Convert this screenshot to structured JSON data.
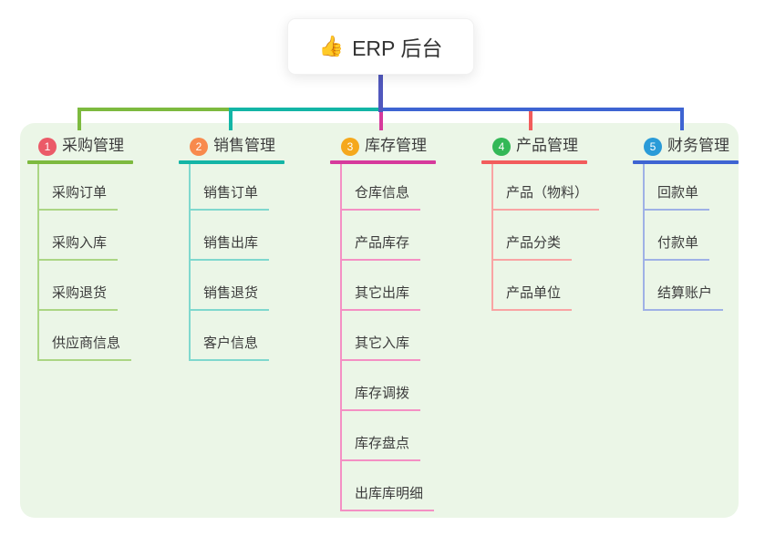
{
  "root": {
    "icon_char": "👍",
    "label": "ERP 后台"
  },
  "colors": {
    "stem": "#5158BD",
    "panel_bg": "#EBF6E7",
    "text": "#3C3C3C"
  },
  "branches": [
    {
      "index": "1",
      "label": "采购管理",
      "color": "#7DBA3F",
      "light_color": "#ABD684",
      "badge_color": "#EB5A68",
      "children": [
        "采购订单",
        "采购入库",
        "采购退货",
        "供应商信息"
      ]
    },
    {
      "index": "2",
      "label": "销售管理",
      "color": "#13B5A6",
      "light_color": "#7FD8CE",
      "badge_color": "#F88A4D",
      "children": [
        "销售订单",
        "销售出库",
        "销售退货",
        "客户信息"
      ]
    },
    {
      "index": "3",
      "label": "库存管理",
      "color": "#D63A9C",
      "light_color": "#F490C4",
      "badge_color": "#F5A81C",
      "children": [
        "仓库信息",
        "产品库存",
        "其它出库",
        "其它入库",
        "库存调拨",
        "库存盘点",
        "出库库明细"
      ]
    },
    {
      "index": "4",
      "label": "产品管理",
      "color": "#F25C5C",
      "light_color": "#F9A4A4",
      "badge_color": "#33B857",
      "children": [
        "产品（物料）",
        "产品分类",
        "产品单位"
      ]
    },
    {
      "index": "5",
      "label": "财务管理",
      "color": "#3E64D2",
      "light_color": "#9FB1E6",
      "badge_color": "#2A9BD8",
      "children": [
        "回款单",
        "付款单",
        "结算账户"
      ]
    }
  ]
}
